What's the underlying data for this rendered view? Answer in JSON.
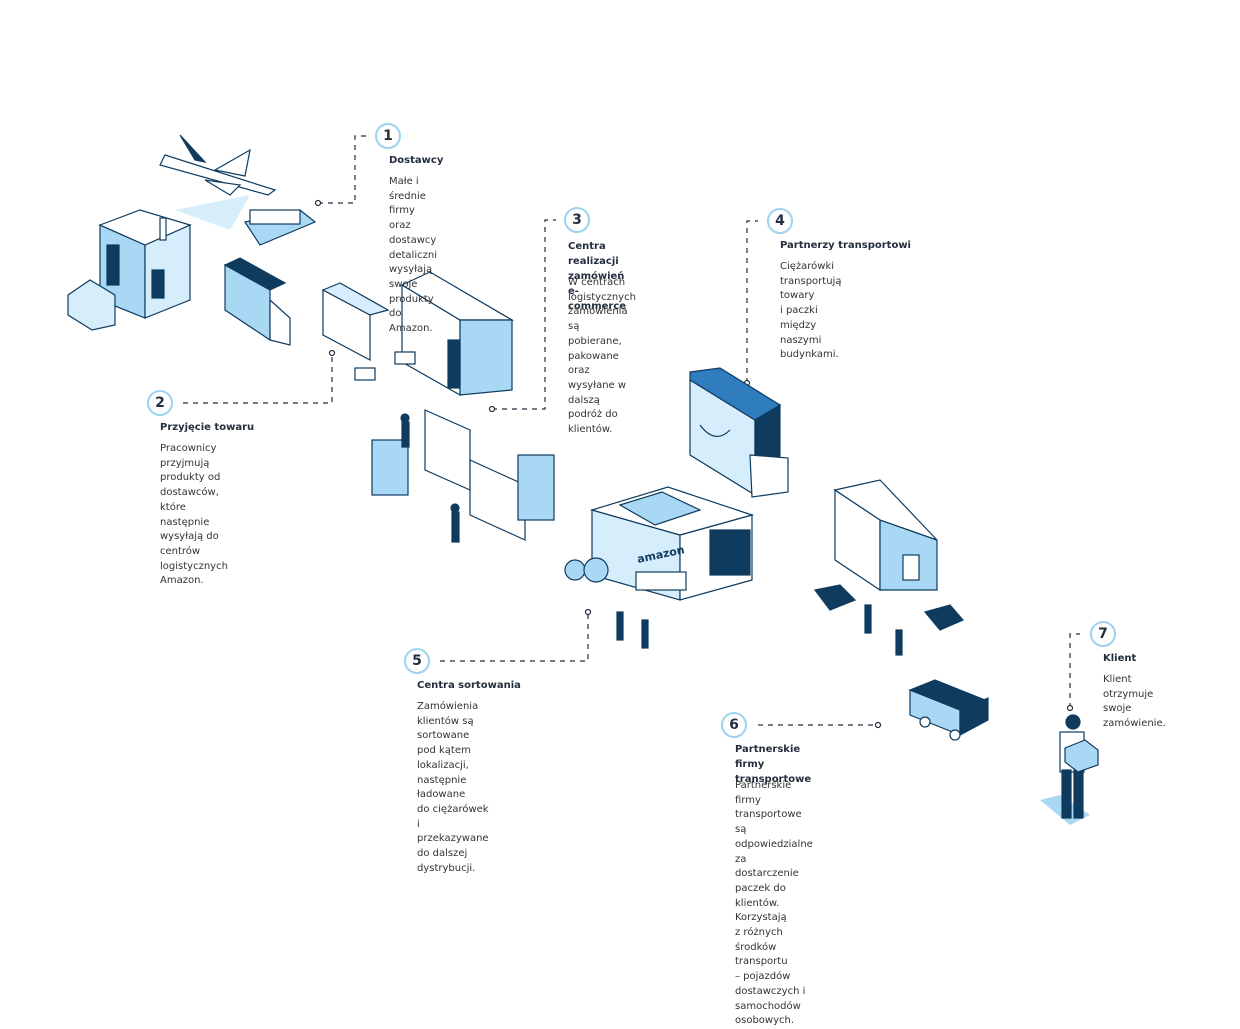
{
  "steps": [
    {
      "number": "1",
      "title": "Dostawcy",
      "body": "Małe i średnie firmy oraz\ndostawcy detaliczni wysyłają\nswoje produkty do Amazon."
    },
    {
      "number": "2",
      "title": "Przyjęcie towaru",
      "body": "Pracownicy przyjmują\nprodukty od dostawców, które\nnastępnie wysyłają do centrów\nlogistycznych Amazon."
    },
    {
      "number": "3",
      "title": "Centra realizacji zamówień\ne-commerce",
      "body": "W centrach logistycznych\nzamówienia są pobierane,\npakowane oraz wysyłane w\ndalszą podróż do klientów."
    },
    {
      "number": "4",
      "title": "Partnerzy transportowi",
      "body": "Ciężarówki transportują towary\ni paczki między naszymi\nbudynkami."
    },
    {
      "number": "5",
      "title": "Centra sortowania",
      "body": "Zamówienia klientów są\nsortowane pod kątem\nlokalizacji, następnie ładowane\ndo ciężarówek i przekazywane\ndo dalszej dystrybucji."
    },
    {
      "number": "6",
      "title": "Partnerskie firmy\ntransportowe",
      "body": "Partnerskie firmy transportowe są\nodpowiedzialne za dostarczenie\npaczek do klientów. Korzystają\nz różnych środków transportu\n– pojazdów dostawczych i\nsamochodów osobowych."
    },
    {
      "number": "7",
      "title": "Klient",
      "body": "Klient otrzymuje\nswoje zamówienie."
    }
  ],
  "illustration": {
    "logo_text": "amazon"
  },
  "colors": {
    "navy": "#0f3b5f",
    "light_blue": "#a9d8f5",
    "pale_blue": "#d6eefb",
    "ring": "#9dd3f0",
    "ink": "#232f3e"
  }
}
